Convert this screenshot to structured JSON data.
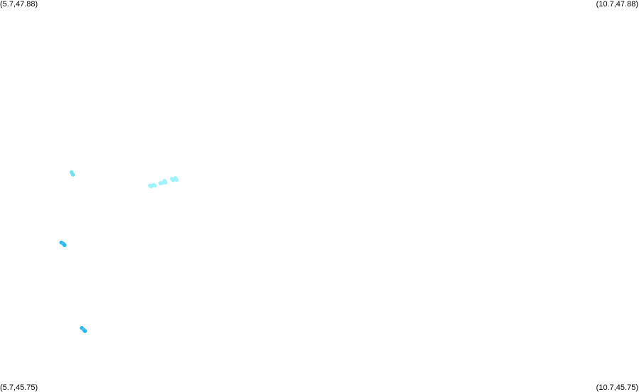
{
  "corners": {
    "top_left": "(5.7,47.88)",
    "top_right": "(10.7,47.88)",
    "bottom_left": "(5.7,45.75)",
    "bottom_right": "(10.7,45.75)"
  },
  "extent": {
    "lon_min": 5.7,
    "lon_max": 10.7,
    "lat_min": 45.75,
    "lat_max": 47.88
  },
  "colors": {
    "background": "#ffffff",
    "label": "#000000",
    "cyan_light": "#9ff3fb",
    "cyan_mid": "#6fe1f5",
    "blue_mid": "#3fc4f0",
    "blue_dark": "#29b5ee"
  },
  "points": [
    {
      "lon": 6.26,
      "lat": 46.944,
      "color": "cyan_mid"
    },
    {
      "lon": 6.27,
      "lat": 46.931,
      "color": "cyan_mid"
    },
    {
      "lon": 6.873,
      "lat": 46.871,
      "color": "cyan_light"
    },
    {
      "lon": 6.882,
      "lat": 46.868,
      "color": "cyan_light"
    },
    {
      "lon": 6.893,
      "lat": 46.873,
      "color": "cyan_light"
    },
    {
      "lon": 6.903,
      "lat": 46.874,
      "color": "cyan_light"
    },
    {
      "lon": 6.912,
      "lat": 46.871,
      "color": "cyan_light"
    },
    {
      "lon": 6.955,
      "lat": 46.884,
      "color": "cyan_light"
    },
    {
      "lon": 6.968,
      "lat": 46.886,
      "color": "cyan_light"
    },
    {
      "lon": 6.988,
      "lat": 46.897,
      "color": "cyan_light"
    },
    {
      "lon": 6.995,
      "lat": 46.888,
      "color": "cyan_light"
    },
    {
      "lon": 7.045,
      "lat": 46.908,
      "color": "cyan_light"
    },
    {
      "lon": 7.055,
      "lat": 46.901,
      "color": "cyan_light"
    },
    {
      "lon": 7.072,
      "lat": 46.912,
      "color": "cyan_light"
    },
    {
      "lon": 7.082,
      "lat": 46.903,
      "color": "cyan_light"
    },
    {
      "lon": 6.18,
      "lat": 46.562,
      "color": "blue_dark"
    },
    {
      "lon": 6.195,
      "lat": 46.556,
      "color": "blue_mid"
    },
    {
      "lon": 6.205,
      "lat": 46.548,
      "color": "blue_dark"
    },
    {
      "lon": 6.34,
      "lat": 46.098,
      "color": "blue_dark"
    },
    {
      "lon": 6.355,
      "lat": 46.088,
      "color": "blue_mid"
    },
    {
      "lon": 6.365,
      "lat": 46.081,
      "color": "blue_dark"
    }
  ]
}
